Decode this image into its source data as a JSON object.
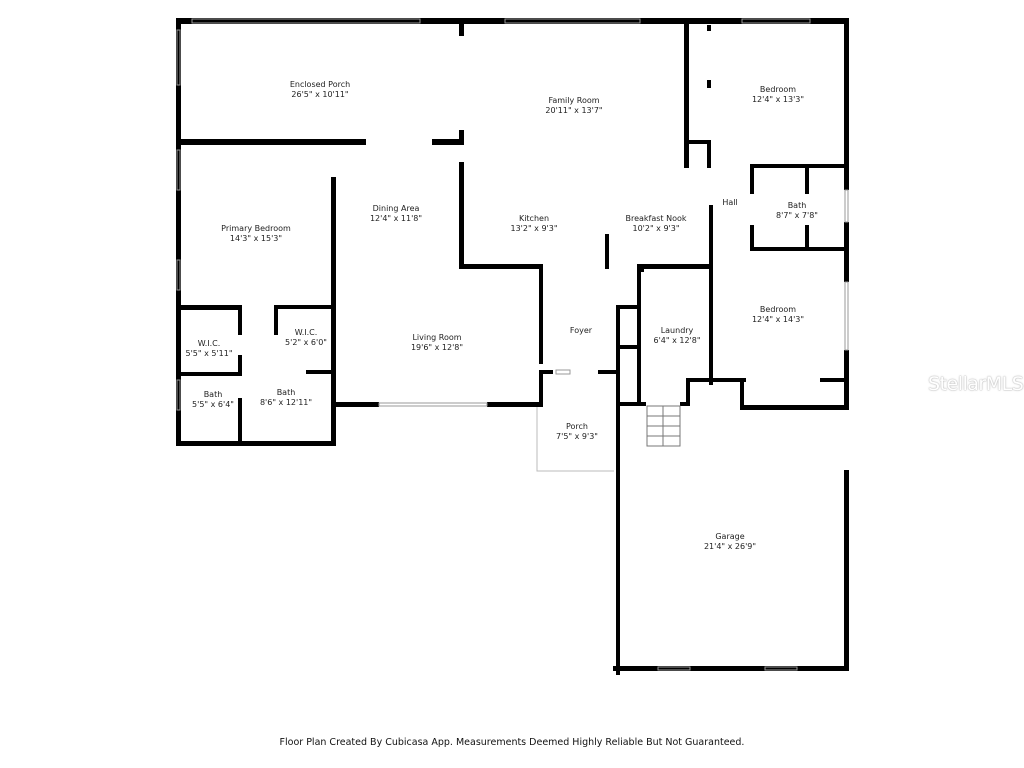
{
  "plan": {
    "rooms": [
      {
        "id": "enclosed-porch",
        "name": "Enclosed Porch",
        "dims": "26'5\" x 10'11\""
      },
      {
        "id": "family-room",
        "name": "Family Room",
        "dims": "20'11\" x 13'7\""
      },
      {
        "id": "bedroom-ne",
        "name": "Bedroom",
        "dims": "12'4\" x 13'3\""
      },
      {
        "id": "primary-bedroom",
        "name": "Primary Bedroom",
        "dims": "14'3\" x 15'3\""
      },
      {
        "id": "dining-area",
        "name": "Dining Area",
        "dims": "12'4\" x 11'8\""
      },
      {
        "id": "kitchen",
        "name": "Kitchen",
        "dims": "13'2\" x 9'3\""
      },
      {
        "id": "breakfast-nook",
        "name": "Breakfast Nook",
        "dims": "10'2\" x 9'3\""
      },
      {
        "id": "hall",
        "name": "Hall",
        "dims": ""
      },
      {
        "id": "bath-hall",
        "name": "Bath",
        "dims": "8'7\" x 7'8\""
      },
      {
        "id": "wic-left",
        "name": "W.I.C.",
        "dims": "5'5\" x 5'11\""
      },
      {
        "id": "wic-right",
        "name": "W.I.C.",
        "dims": "5'2\" x 6'0\""
      },
      {
        "id": "living-room",
        "name": "Living Room",
        "dims": "19'6\" x 12'8\""
      },
      {
        "id": "foyer",
        "name": "Foyer",
        "dims": ""
      },
      {
        "id": "laundry",
        "name": "Laundry",
        "dims": "6'4\" x 12'8\""
      },
      {
        "id": "bedroom-e",
        "name": "Bedroom",
        "dims": "12'4\" x 14'3\""
      },
      {
        "id": "bath-small",
        "name": "Bath",
        "dims": "5'5\" x 6'4\""
      },
      {
        "id": "bath-primary",
        "name": "Bath",
        "dims": "8'6\" x 12'11\""
      },
      {
        "id": "porch",
        "name": "Porch",
        "dims": "7'5\" x 9'3\""
      },
      {
        "id": "garage",
        "name": "Garage",
        "dims": "21'4\" x 26'9\""
      }
    ]
  },
  "footer": {
    "text": "Floor Plan Created By Cubicasa App. Measurements Deemed Highly Reliable But Not Guaranteed."
  },
  "watermark": {
    "text": "StellarMLS"
  }
}
